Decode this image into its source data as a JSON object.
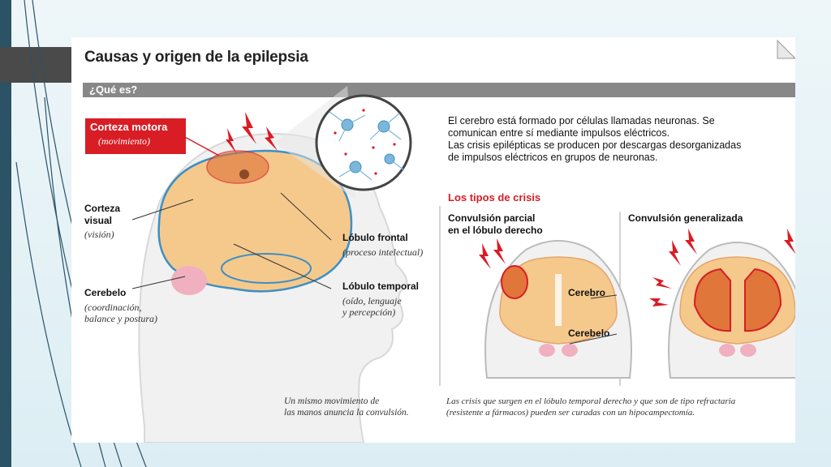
{
  "title": "Causas y origen de la epilepsia",
  "section": "¿Qué es?",
  "description": [
    "El cerebro está formado por células llamadas neuronas. Se",
    "comunican entre sí mediante impulsos eléctricos.",
    "Las crisis epilépticas se producen por descargas desorganizadas",
    "de impulsos eléctricos en grupos de neuronas."
  ],
  "labels": {
    "motor_title": "Corteza motora",
    "motor_sub": "(movimiento)",
    "visual_title": [
      "Corteza",
      "visual"
    ],
    "visual_sub": "(visión)",
    "cerebelo_title": "Cerebelo",
    "cerebelo_sub": [
      "(coordinación,",
      "balance y postura)"
    ],
    "frontal_title": "Lóbulo frontal",
    "frontal_sub": "(proceso intelectual)",
    "temporal_title": "Lóbulo temporal",
    "temporal_sub": [
      "(oído, lenguaje",
      "y percepción)"
    ]
  },
  "crisis": {
    "heading": "Los tipos de crisis",
    "partial": [
      "Convulsión parcial",
      "en el lóbulo derecho"
    ],
    "general": "Convulsión generalizada",
    "cerebro_label": "Cerebro",
    "cerebelo_label": "Cerebelo"
  },
  "footer_left": [
    "Un mismo movimiento de",
    "las manos anuncia la convulsión."
  ],
  "footer_right": [
    "Las crisis que surgen en el lóbulo temporal derecho y que son de tipo refractaria",
    "(resistente a fármacos) pueden ser curadas con un hipocampectomía."
  ],
  "colors": {
    "red": "#d81d25",
    "brain": "#f5c98c",
    "blue": "#3d8fc4",
    "bar": "#888888"
  }
}
